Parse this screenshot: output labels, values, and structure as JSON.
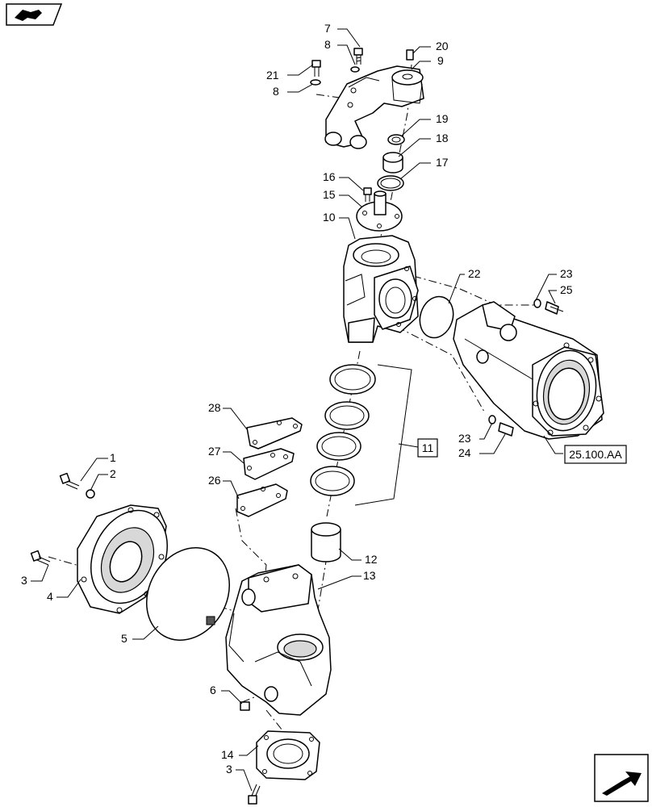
{
  "callouts": [
    {
      "id": "c1",
      "text": "1"
    },
    {
      "id": "c2",
      "text": "2"
    },
    {
      "id": "c3a",
      "text": "3"
    },
    {
      "id": "c3b",
      "text": "3"
    },
    {
      "id": "c4",
      "text": "4"
    },
    {
      "id": "c5",
      "text": "5"
    },
    {
      "id": "c6",
      "text": "6"
    },
    {
      "id": "c7",
      "text": "7"
    },
    {
      "id": "c8a",
      "text": "8"
    },
    {
      "id": "c8b",
      "text": "8"
    },
    {
      "id": "c9",
      "text": "9"
    },
    {
      "id": "c10",
      "text": "10"
    },
    {
      "id": "c12",
      "text": "12"
    },
    {
      "id": "c13",
      "text": "13"
    },
    {
      "id": "c14",
      "text": "14"
    },
    {
      "id": "c15",
      "text": "15"
    },
    {
      "id": "c16",
      "text": "16"
    },
    {
      "id": "c17",
      "text": "17"
    },
    {
      "id": "c18",
      "text": "18"
    },
    {
      "id": "c19",
      "text": "19"
    },
    {
      "id": "c20",
      "text": "20"
    },
    {
      "id": "c21",
      "text": "21"
    },
    {
      "id": "c22",
      "text": "22"
    },
    {
      "id": "c23a",
      "text": "23"
    },
    {
      "id": "c23b",
      "text": "23"
    },
    {
      "id": "c24",
      "text": "24"
    },
    {
      "id": "c25",
      "text": "25"
    },
    {
      "id": "c26",
      "text": "26"
    },
    {
      "id": "c27",
      "text": "27"
    },
    {
      "id": "c28",
      "text": "28"
    }
  ],
  "kit_label": "11",
  "reference_label": "25.100.AA",
  "icons": {
    "top_left": "book-arrow-icon",
    "bottom_right": "next-page-arrow-icon"
  }
}
